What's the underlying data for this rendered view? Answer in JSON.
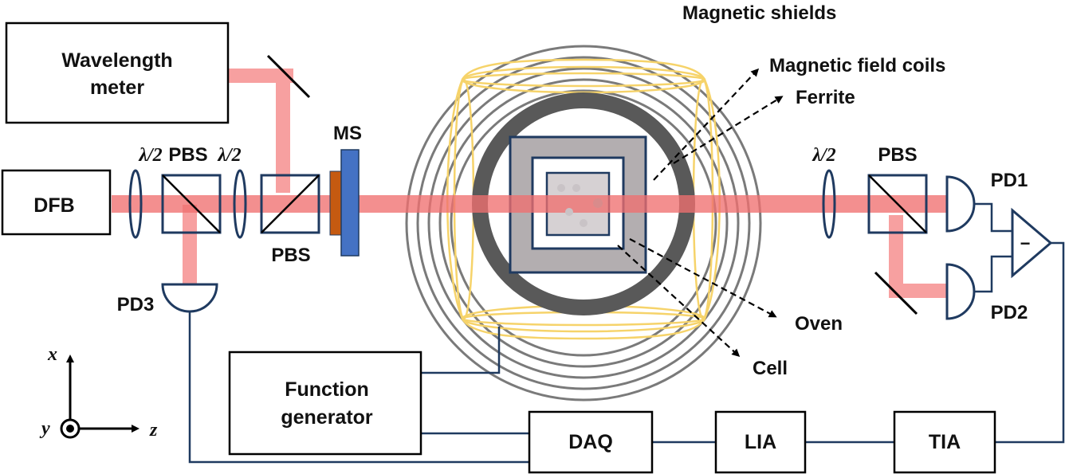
{
  "colors": {
    "beam": "#f7a0a0",
    "beam_main": "#ef7f7f",
    "box_stroke": "#1f3a60",
    "shield": "#7a7a7a",
    "coil": "#f6d36a",
    "ferrite": "#595959",
    "oven_fill": "#b3aeb0",
    "cell_fill": "#d6d1d3",
    "ms_blue": "#4472c4",
    "ms_orange": "#c55a11"
  },
  "labels": {
    "wavelength_meter_line1": "Wavelength",
    "wavelength_meter_line2": "meter",
    "dfb": "DFB",
    "half_wave_1": "λ/2",
    "pbs_1": "PBS",
    "half_wave_2": "λ/2",
    "pbs_2": "PBS",
    "ms": "MS",
    "pd3": "PD3",
    "magnetic_shields": "Magnetic shields",
    "magnetic_field_coils": "Magnetic field coils",
    "ferrite": "Ferrite",
    "oven": "Oven",
    "cell": "Cell",
    "half_wave_3": "λ/2",
    "pbs_3": "PBS",
    "pd1": "PD1",
    "pd2": "PD2",
    "minus": "−",
    "function_generator_line1": "Function",
    "function_generator_line2": "generator",
    "daq": "DAQ",
    "lia": "LIA",
    "tia": "TIA",
    "axis_x": "x",
    "axis_y": "y",
    "axis_z": "z"
  }
}
